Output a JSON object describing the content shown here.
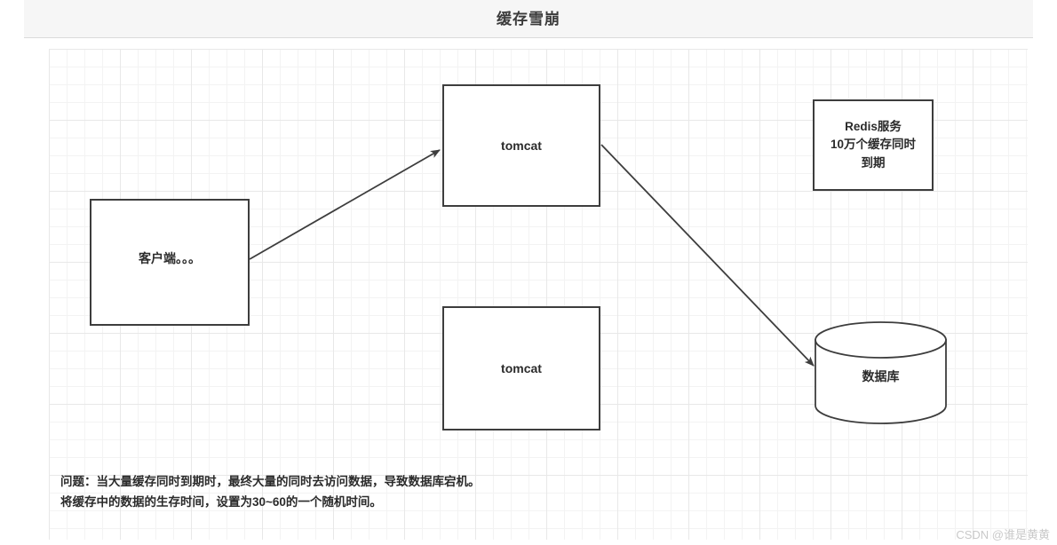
{
  "header": {
    "title": "缓存雪崩"
  },
  "diagram": {
    "nodes": {
      "client": {
        "label": "客户端。。。"
      },
      "tomcat_top": {
        "label": "tomcat"
      },
      "tomcat_bottom": {
        "label": "tomcat"
      },
      "redis": {
        "label": "Redis服务\n10万个缓存同时\n到期"
      },
      "database": {
        "label": "数据库"
      }
    },
    "edges": [
      {
        "name": "client-to-tomcat",
        "from": "client",
        "to": "tomcat_top",
        "label": ""
      },
      {
        "name": "tomcat-to-database",
        "from": "tomcat_top",
        "to": "database",
        "label": ""
      }
    ],
    "note": "问题：当大量缓存同时到期时，最终大量的同时去访问数据，导致数据库宕机。\n将缓存中的数据的生存时间，设置为30~60的一个随机时间。"
  },
  "watermark": {
    "text": "CSDN @谁是黄黄"
  },
  "colors": {
    "header_bg": "#f6f6f6",
    "canvas_bg": "#ffffff",
    "grid_minor": "#f3f3f3",
    "grid_major": "#e8e8e8",
    "shape_stroke": "#3d3d3d",
    "text": "#2b2b2b",
    "watermark": "#c9c9c9"
  }
}
